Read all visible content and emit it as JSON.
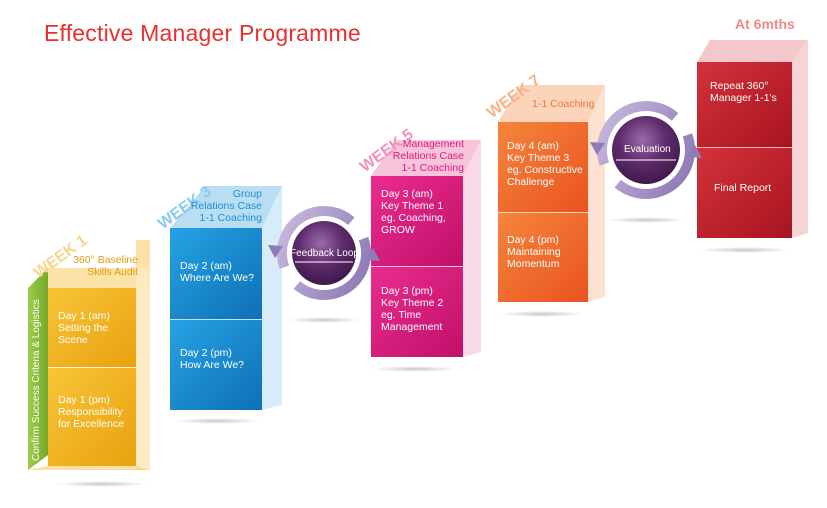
{
  "title": "Effective Manager Programme",
  "at_6mths": "At 6mths",
  "side_label": "Confirm Success Criteria & Logistics",
  "feedback_loop": "Feedback Loop",
  "evaluation": "Evaluation",
  "weeks": [
    {
      "week": "WEEK 1",
      "top_label": [
        "360° Baseline",
        "Skills Audit"
      ],
      "cells": [
        [
          "Day 1 (am)",
          "Setting the",
          "Scene"
        ],
        [
          "Day 1 (pm)",
          "Responsibility",
          "for Excellence"
        ]
      ]
    },
    {
      "week": "WEEK 3",
      "top_label": [
        "Group",
        "Relations Case",
        "1-1 Coaching"
      ],
      "cells": [
        [
          "Day 2 (am)",
          "Where Are We?"
        ],
        [
          "Day 2 (pm)",
          "How Are We?"
        ]
      ]
    },
    {
      "week": "WEEK 5",
      "top_label": [
        "Management",
        "Relations Case",
        "1-1 Coaching"
      ],
      "cells": [
        [
          "Day 3 (am)",
          "Key Theme 1",
          "eg. Coaching,",
          "GROW"
        ],
        [
          "Day 3 (pm)",
          "Key Theme 2",
          "eg. Time",
          "Management"
        ]
      ]
    },
    {
      "week": "WEEK 7",
      "top_label": [
        "1-1 Coaching"
      ],
      "cells": [
        [
          "Day 4 (am)",
          "Key Theme 3",
          "eg. Constructive",
          "Challenge"
        ],
        [
          "Day 4 (pm)",
          "Maintaining",
          "Momentum"
        ]
      ]
    }
  ],
  "six_months": {
    "cells": [
      [
        "Repeat 360°",
        "Manager 1-1's"
      ],
      [
        "Final Report"
      ]
    ]
  },
  "colors": {
    "title": "#e8312f",
    "week1_front": "#f2b21a",
    "week1_side": "#8bbf3c",
    "week1_top": "#fbe3a8",
    "week3_front": "#1b8fd6",
    "week3_top": "#b9def3",
    "week5_front": "#e0197d",
    "week5_top": "#f6c3da",
    "week7_front": "#f26b2b",
    "week7_top": "#fcd3bb",
    "m6_front": "#c9242f",
    "m6_top": "#f4c8cb",
    "loop_purple": "#5d2b6d",
    "ring": "#9b86c0"
  }
}
